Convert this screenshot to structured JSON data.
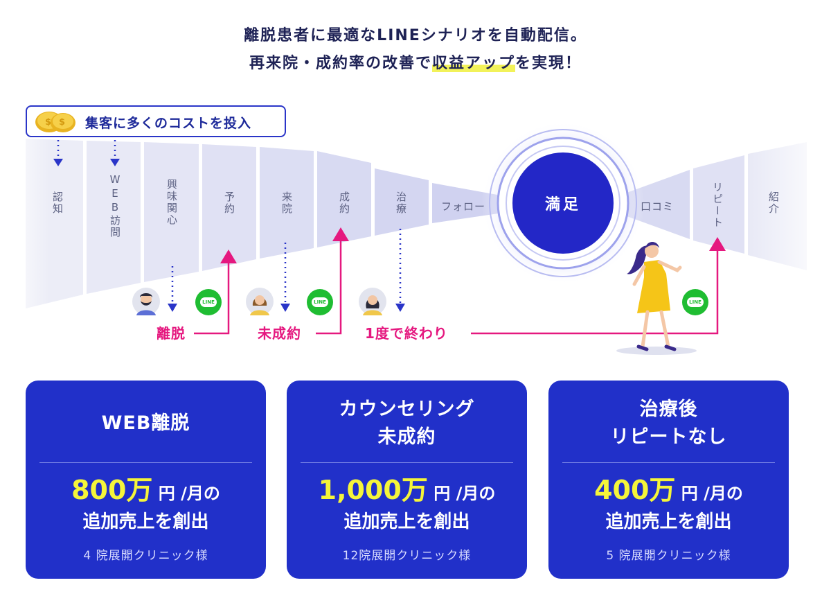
{
  "headline": {
    "line1": "離脱患者に最適なLINEシナリオを自動配信。",
    "line2_before": "再来院・成約率の改善で",
    "line2_mark": "収益アップ",
    "line2_after": "を実現！"
  },
  "cost_badge": {
    "label": "集客に多くのコストを投入",
    "icon": "coins-icon"
  },
  "stages": {
    "s1": "認知",
    "s2": "WEB訪問",
    "s3": "興味関心",
    "s4": "予約",
    "s5": "来院",
    "s6": "成約",
    "s7": "治療",
    "s8": "フォロー",
    "satisfy": "満足",
    "s9": "口コミ",
    "s10": "リピート",
    "s11": "紹介"
  },
  "lost": {
    "l1": "離脱",
    "l2": "未成約",
    "l3": "1度で終わり"
  },
  "line_icon_text": "LINE",
  "cards": [
    {
      "title_line1": "WEB離脱",
      "title_line2": "",
      "amount": "800万",
      "unit": "円 /月の",
      "sub": "追加売上を創出",
      "note": "4 院展開クリニック様"
    },
    {
      "title_line1": "カウンセリング",
      "title_line2": "未成約",
      "amount": "1,000万",
      "unit": "円 /月の",
      "sub": "追加売上を創出",
      "note": "12院展開クリニック様"
    },
    {
      "title_line1": "治療後",
      "title_line2": "リピートなし",
      "amount": "400万",
      "unit": "円 /月の",
      "sub": "追加売上を創出",
      "note": "5 院展開クリニック様"
    }
  ],
  "colors": {
    "accent_blue": "#2130c9",
    "accent_pink": "#e5187f",
    "highlight_yellow": "#f5f53a",
    "line_green": "#1fbd32"
  }
}
